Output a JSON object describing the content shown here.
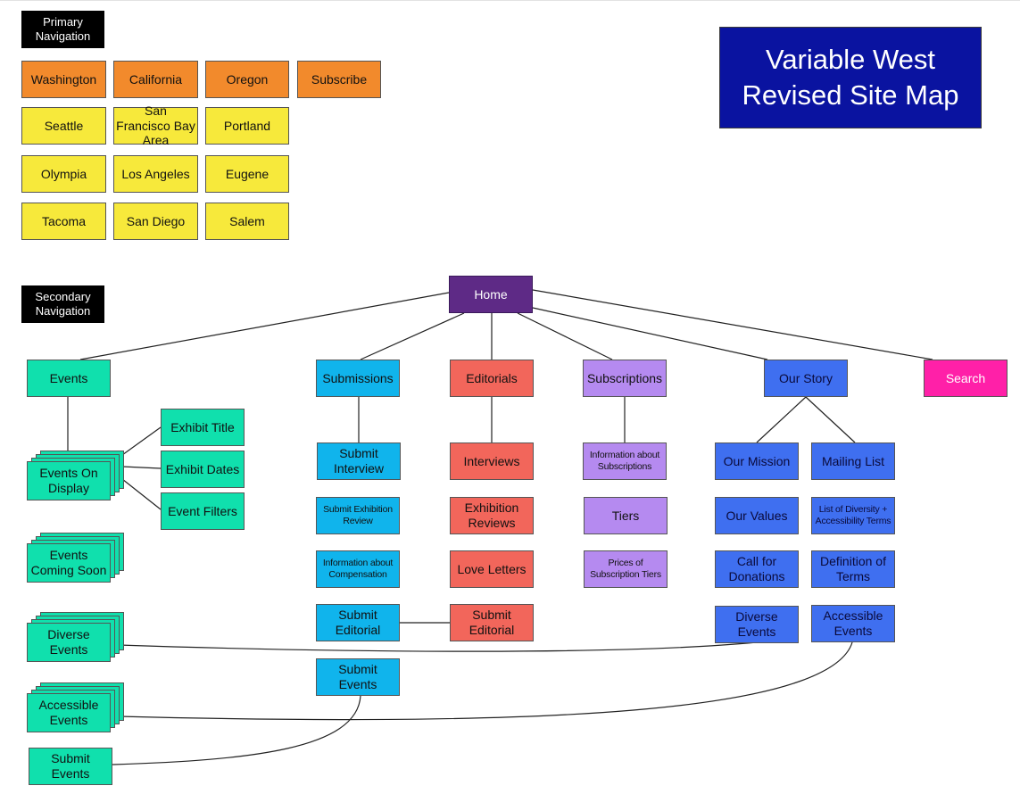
{
  "title": {
    "line1": "Variable West",
    "line2": "Revised Site Map"
  },
  "primary_nav": {
    "label_line1": "Primary",
    "label_line2": "Navigation",
    "states": [
      "Washington",
      "California",
      "Oregon",
      "Subscribe"
    ],
    "washington_cities": [
      "Seattle",
      "Olympia",
      "Tacoma"
    ],
    "california_cities": [
      "San Francisco Bay Area",
      "Los Angeles",
      "San Diego"
    ],
    "oregon_cities": [
      "Portland",
      "Eugene",
      "Salem"
    ]
  },
  "secondary_nav": {
    "label_line1": "Secondary",
    "label_line2": "Navigation",
    "home": "Home",
    "sections": [
      "Events",
      "Submissions",
      "Editorials",
      "Subscriptions",
      "Our Story",
      "Search"
    ]
  },
  "events": {
    "on_display": "Events On Display",
    "coming_soon": "Events Coming Soon",
    "diverse": "Diverse Events",
    "accessible": "Accessible Events",
    "submit": "Submit Events",
    "exhibit_title": "Exhibit Title",
    "exhibit_dates": "Exhibit Dates",
    "event_filters": "Event Filters"
  },
  "submissions": {
    "submit_interview": "Submit Interview",
    "submit_exhibition_review": "Submit Exhibition Review",
    "info_compensation": "Information about Compensation",
    "submit_editorial": "Submit Editorial",
    "submit_events": "Submit Events"
  },
  "editorials": {
    "interviews": "Interviews",
    "exhibition_reviews": "Exhibition Reviews",
    "love_letters": "Love Letters",
    "submit_editorial": "Submit Editorial"
  },
  "subscriptions": {
    "info": "Information about Subscriptions",
    "tiers": "Tiers",
    "prices": "Prices of Subscription Tiers"
  },
  "our_story": {
    "mission": "Our Mission",
    "mailing_list": "Mailing List",
    "values": "Our Values",
    "diversity_terms": "List of Diversity + Accessibility Terms",
    "donations": "Call for Donations",
    "definition_terms": "Definition of Terms",
    "diverse_events": "Diverse Events",
    "accessible_events": "Accessible Events"
  },
  "colors": {
    "title_bg": "#0a13a0",
    "state": "#f28a2c",
    "city": "#f7e93b",
    "home": "#5e2a86",
    "events": "#10e0ad",
    "submissions": "#10b4ec",
    "editorials": "#f2665b",
    "subscriptions": "#b58af0",
    "our_story": "#3f6ff0",
    "search": "#ff20a8"
  }
}
